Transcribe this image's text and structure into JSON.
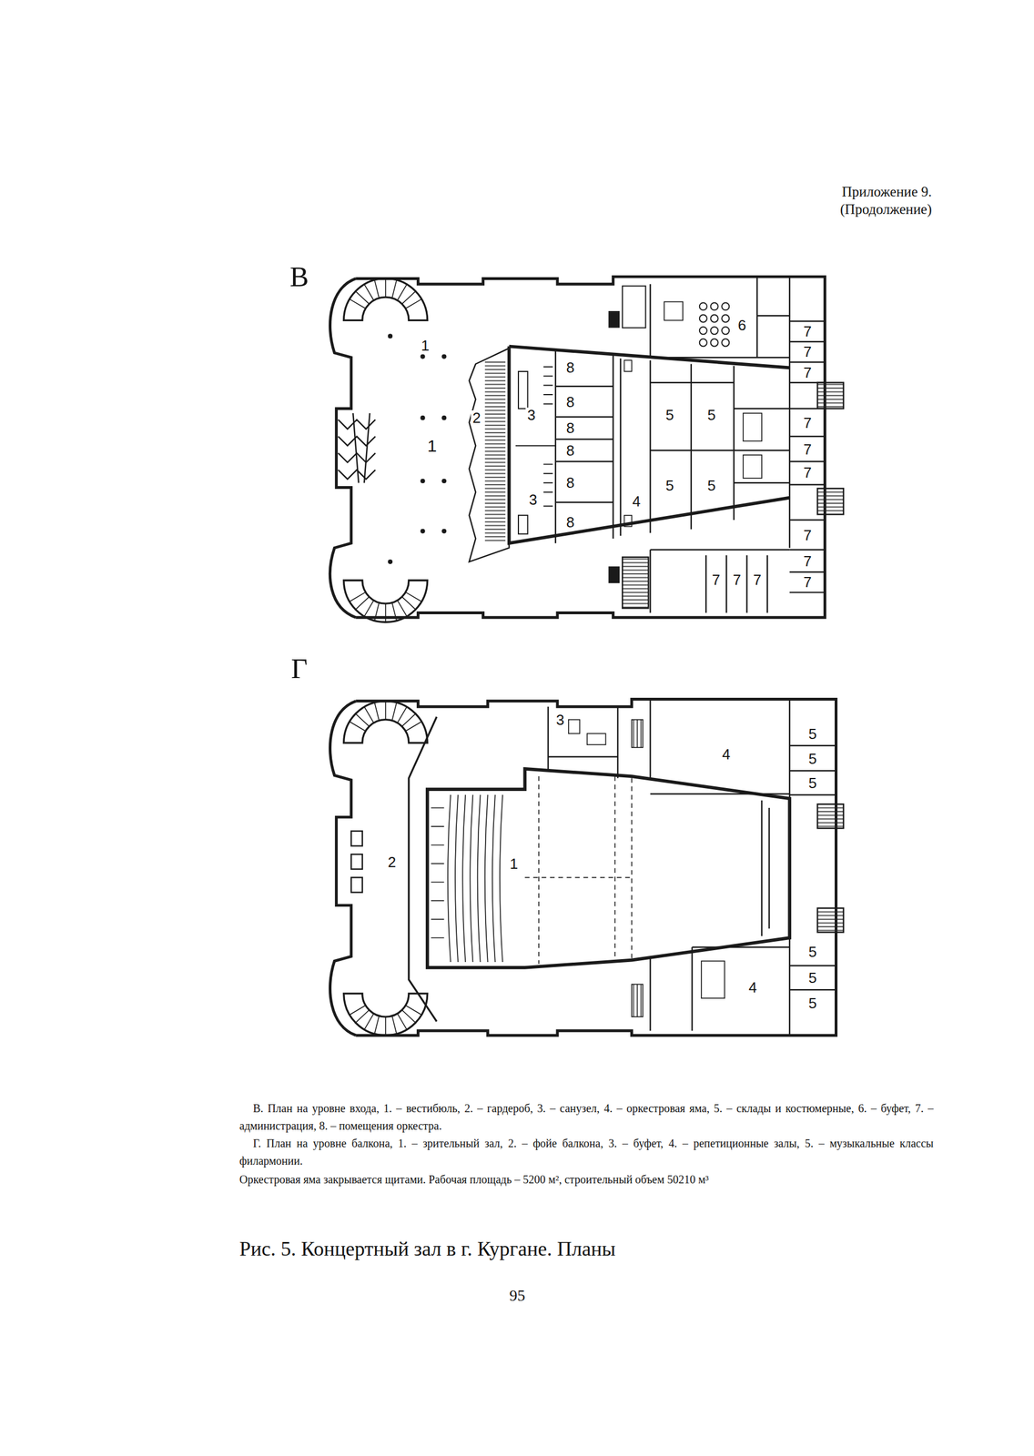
{
  "diagram": {
    "caption": "Рис. 5. Концертный зал в г. Кургане. Планы",
    "labels": [
      "Приложение 9.",
      "(Продолжение)",
      "В",
      "1",
      "1",
      "2",
      "3",
      "3",
      "8",
      "8",
      "8",
      "8",
      "8",
      "8",
      "4",
      "5",
      "5",
      "5",
      "5",
      "6",
      "7",
      "7",
      "7",
      "7",
      "7",
      "7",
      "7",
      "7",
      "7",
      "7",
      "7",
      "7",
      "Г",
      "3",
      "4",
      "5",
      "5",
      "5",
      "2",
      "1",
      "5",
      "5",
      "5",
      "4",
      "В. План на уровне входа, 1. – вестибюль, 2. – гардероб, 3. – санузел, 4. – оркестровая яма, 5. – склады и костюмерные, 6. – буфет, 7. – администрация, 8. – помещения оркестра.",
      "Г. План на уровне балкона, 1. – зрительный зал, 2. – фойе балкона, 3. – буфет, 4. – репетиционные залы, 5. – музыкальные классы филармонии.",
      "Оркестровая яма закрывается щитами. Рабочая площадь – 5200 м², строительный объем 50210 м³",
      "95"
    ]
  }
}
